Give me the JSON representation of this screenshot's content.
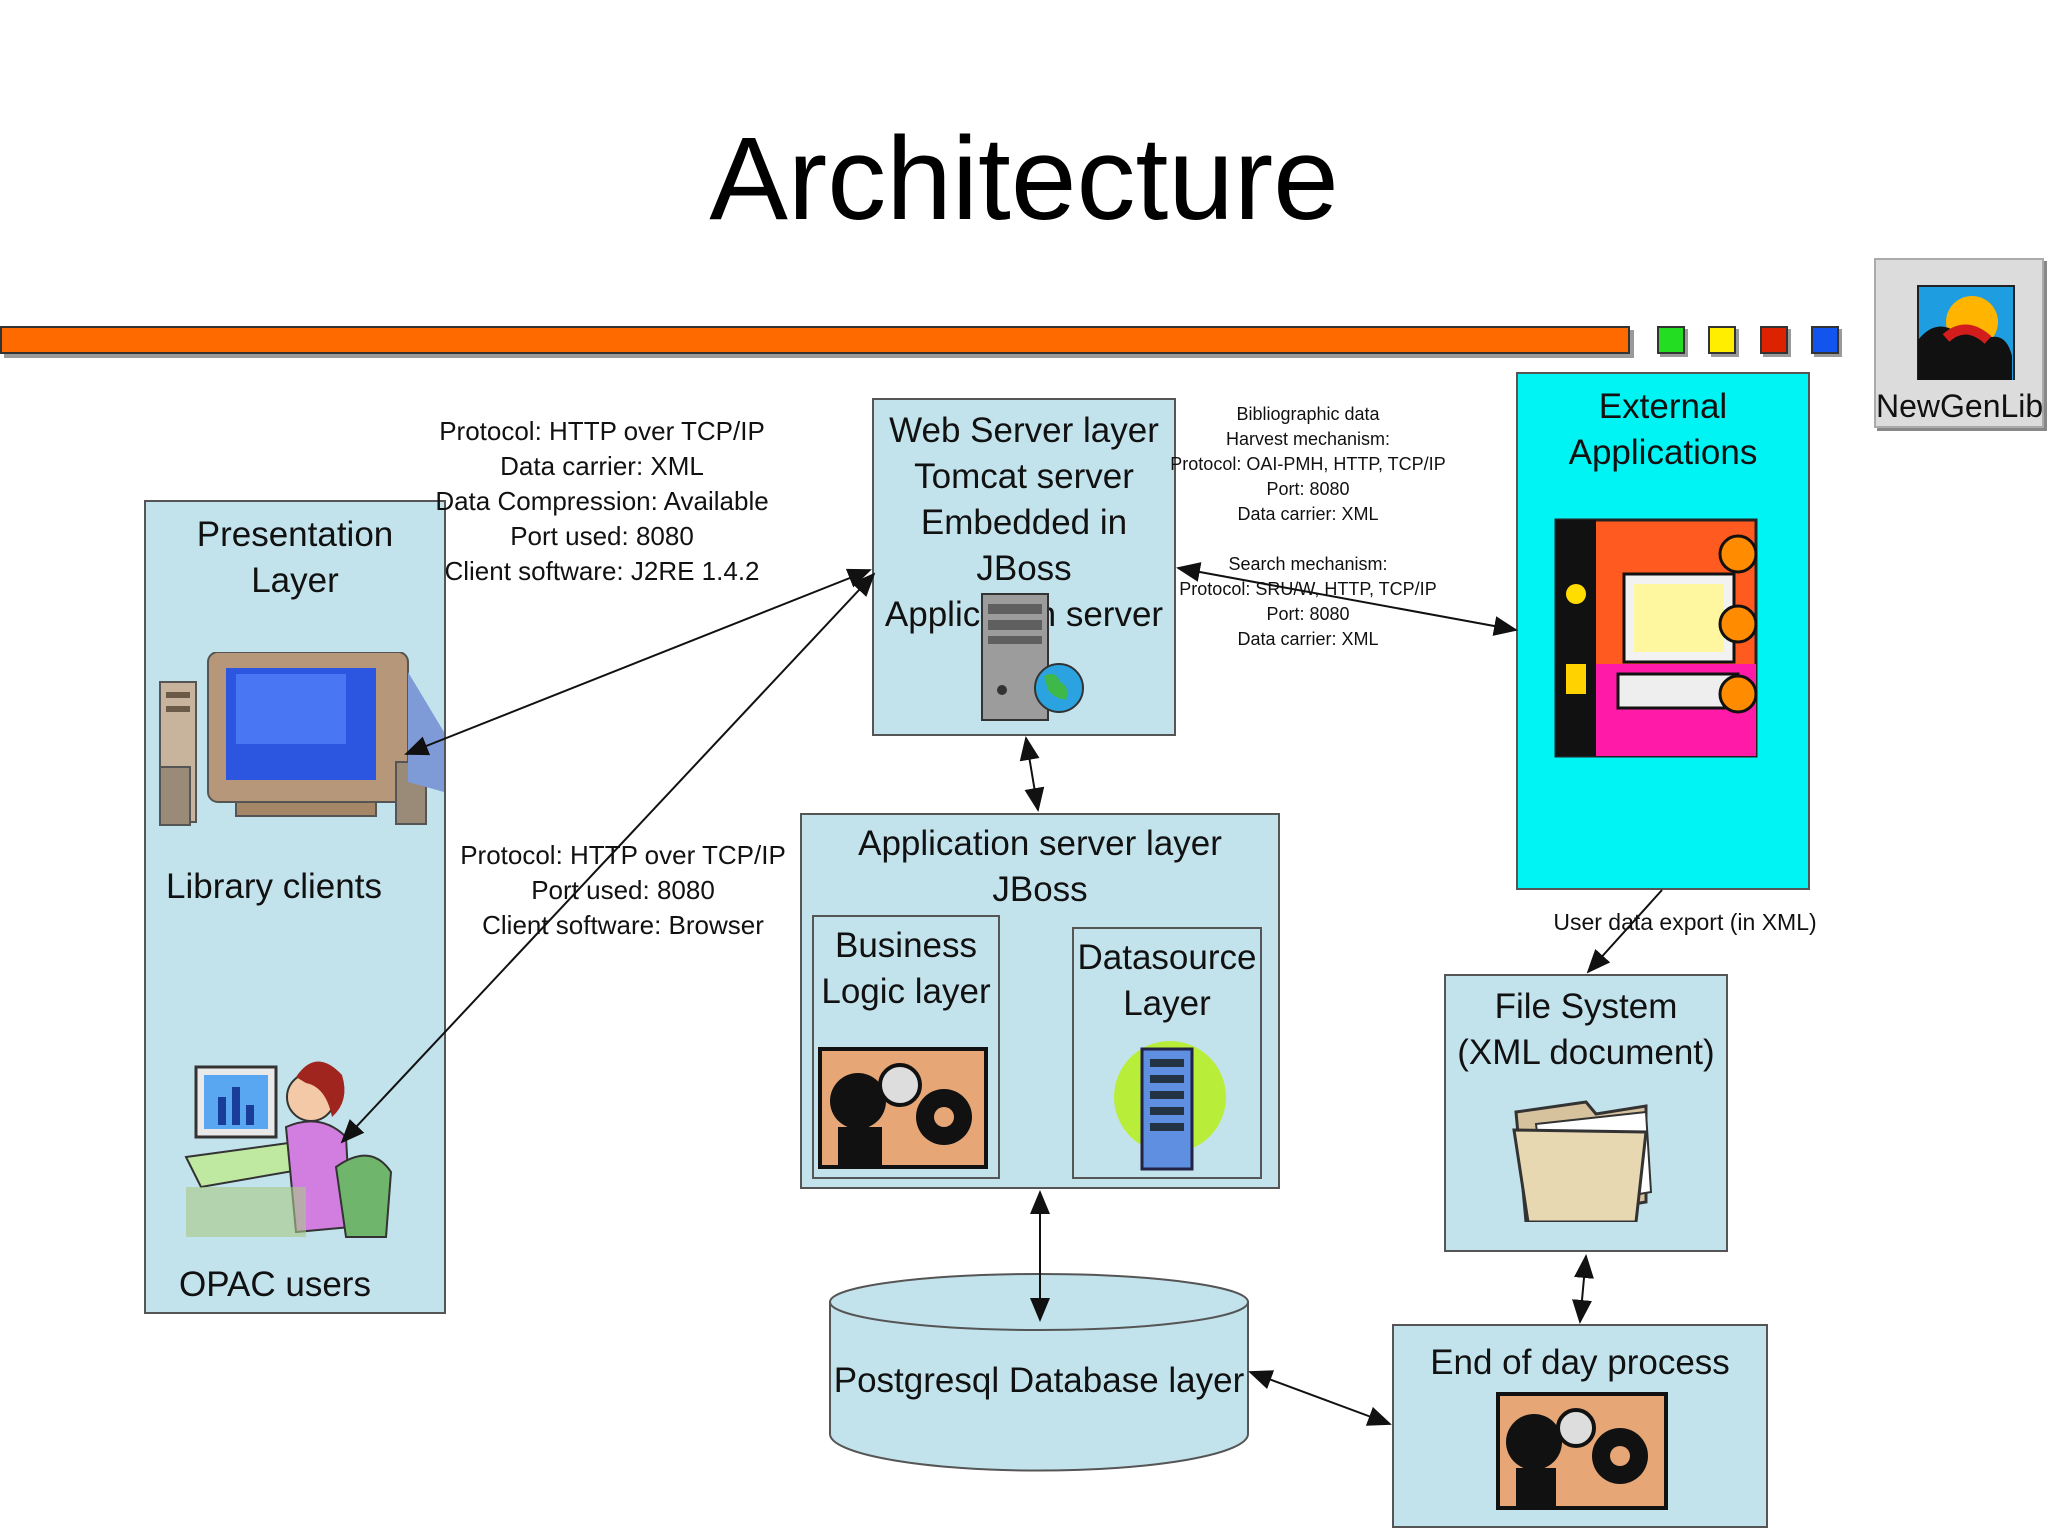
{
  "title": "Architecture",
  "decor": {
    "bar_color": "#ff6a00",
    "squares": [
      "#22dd22",
      "#ffee00",
      "#dd2200",
      "#1155ee"
    ]
  },
  "logo": {
    "text": "NewGenLib",
    "icon": "newgenlib-logo-icon"
  },
  "presentation": {
    "title_line1": "Presentation",
    "title_line2": "Layer",
    "library_clients": "Library clients",
    "opac_users": "OPAC users"
  },
  "web_server": {
    "lines": [
      "Web Server layer",
      "Tomcat server",
      "Embedded in JBoss",
      "Application server"
    ]
  },
  "external": {
    "line1": "External",
    "line2": "Applications"
  },
  "app_server": {
    "line1": "Application server layer",
    "line2": "JBoss",
    "business": {
      "line1": "Business",
      "line2": "Logic layer"
    },
    "datasource": {
      "line1": "Datasource",
      "line2": "Layer"
    }
  },
  "file_system": {
    "line1": "File System",
    "line2": "(XML document)"
  },
  "database": {
    "label": "Postgresql Database layer"
  },
  "end_of_day": {
    "label": "End of day process"
  },
  "notes": {
    "client_protocol": [
      "Protocol: HTTP over TCP/IP",
      "Data carrier: XML",
      "Data Compression: Available",
      "Port used: 8080",
      "Client software: J2RE 1.4.2"
    ],
    "opac_protocol": [
      "Protocol: HTTP over TCP/IP",
      "Port used: 8080",
      "Client software: Browser"
    ],
    "harvest": [
      "Bibliographic data",
      "Harvest mechanism:",
      "Protocol: OAI-PMH, HTTP, TCP/IP",
      "Port: 8080",
      "Data carrier: XML"
    ],
    "search": [
      "Search mechanism:",
      "Protocol: SRU/W, HTTP, TCP/IP",
      "Port: 8080",
      "Data carrier: XML"
    ],
    "user_export": "User data export (in XML)"
  },
  "colors": {
    "box_fill": "#c3e3ec",
    "external_fill": "#00f4f4"
  }
}
